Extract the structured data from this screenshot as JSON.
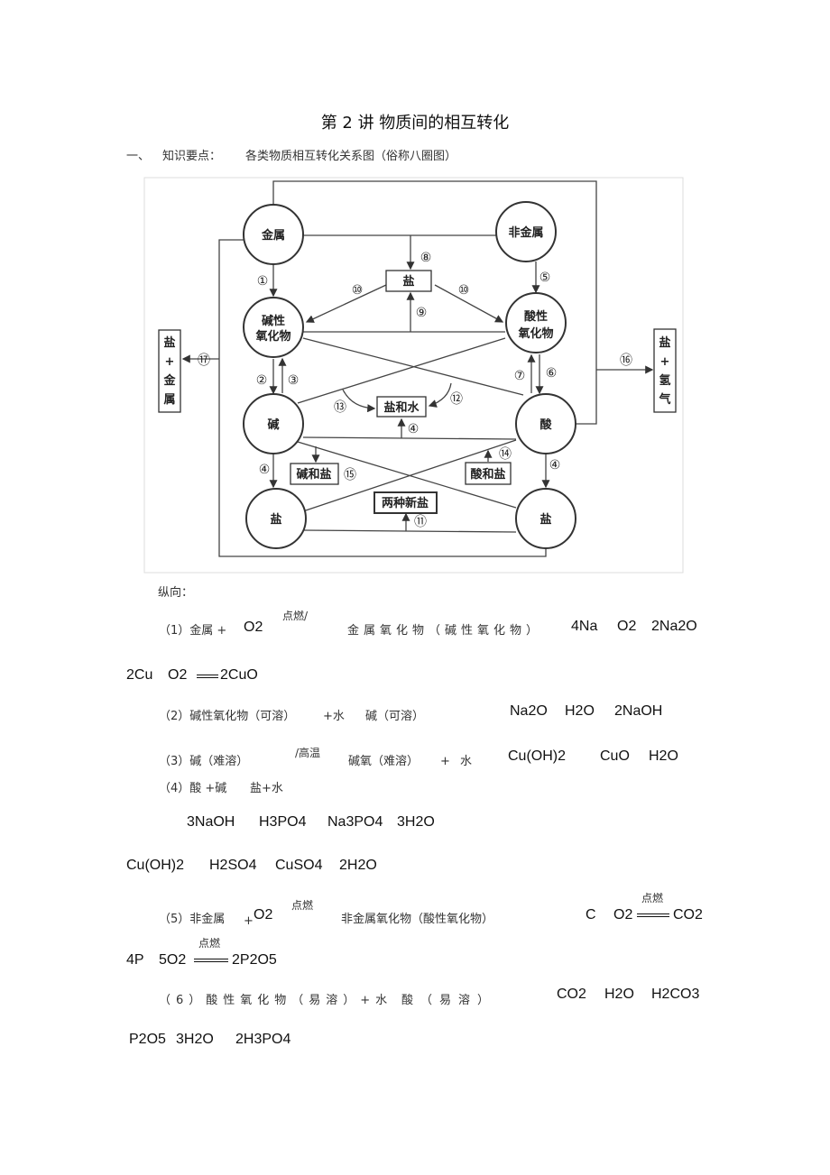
{
  "title": "第 2 讲    物质间的相互转化",
  "section": {
    "num": "一、",
    "label": "知识要点：",
    "caption": "各类物质相互转化关系图（俗称八圈图）"
  },
  "diagram": {
    "circles": {
      "metal": "金属",
      "nonmetal": "非金属",
      "basic_oxide_1": "碱性",
      "basic_oxide_2": "氧化物",
      "acidic_oxide_1": "酸性",
      "acidic_oxide_2": "氧化物",
      "base": "碱",
      "acid": "酸",
      "salt_left": "盐",
      "salt_right": "盐"
    },
    "boxes": {
      "salt": "盐",
      "salt_water": "盐和水",
      "base_salt": "碱和盐",
      "acid_salt": "酸和盐",
      "two_new_salts": "两种新盐",
      "salt_metal": [
        "盐",
        "+",
        "金",
        "属"
      ],
      "salt_hydrogen": [
        "盐",
        "+",
        "氢",
        "气"
      ]
    },
    "markers": [
      "①",
      "②",
      "③",
      "④",
      "⑤",
      "⑥",
      "⑦",
      "⑧",
      "⑨",
      "⑩",
      "⑪",
      "⑫",
      "⑬",
      "⑭",
      "⑮",
      "⑯",
      "⑰"
    ]
  },
  "vertical_label": "纵向：",
  "items": {
    "r1": {
      "text": "（1）金属 +",
      "o2": "O2",
      "cond": "点燃/",
      "product": "金属氧化物（碱性氧化物）",
      "eq": [
        "4Na",
        "O2",
        "2Na2O"
      ],
      "eq2": [
        "2Cu",
        "O2",
        "2CuO"
      ]
    },
    "r2": {
      "text": "（2）碱性氧化物（可溶）",
      "plus": "+水",
      "product": "碱（可溶）",
      "eq": [
        "Na2O",
        "H2O",
        "2NaOH"
      ]
    },
    "r3": {
      "text": "（3）碱（难溶）",
      "cond": "/高温",
      "product": "碱氧（难溶）",
      "plus": "+",
      "water": "水",
      "eq": [
        "Cu(OH)2",
        "CuO",
        "H2O"
      ]
    },
    "r4": {
      "text": "（4）酸 +碱",
      "product": "盐+水",
      "eq": [
        "3NaOH",
        "H3PO4",
        "Na3PO4",
        "3H2O"
      ],
      "eq2": [
        "Cu(OH)2",
        "H2SO4",
        "CuSO4",
        "2H2O"
      ]
    },
    "r5": {
      "text": "（5）非金属",
      "plus": "+",
      "o2": "O2",
      "cond": "点燃",
      "product": "非金属氧化物（酸性氧化物）",
      "eq": [
        "C",
        "O2",
        "CO2"
      ],
      "eq_cond": "点燃",
      "eq2": [
        "4P",
        "5O2",
        "2P2O5"
      ],
      "eq2_cond": "点燃"
    },
    "r6": {
      "text": "（6）酸性氧化物（易溶）+水",
      "product": "酸（易溶）",
      "eq": [
        "CO2",
        "H2O",
        "H2CO3"
      ],
      "eq2": [
        "P2O5",
        "3H2O",
        "2H3PO4"
      ]
    }
  }
}
